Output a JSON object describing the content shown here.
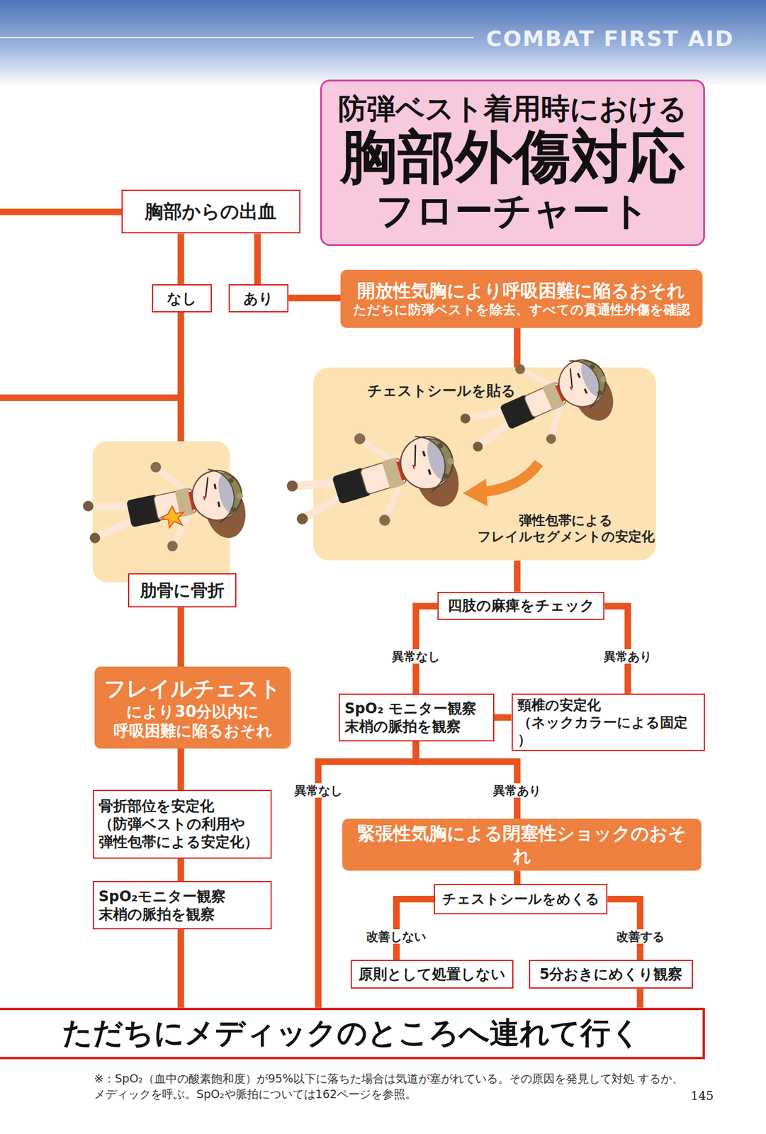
{
  "diagram": {
    "nodes": [
      {
        "text": [
          "防弾ベスト着用時における",
          "胸部外傷対応",
          "フローチャート"
        ]
      },
      {
        "text": [
          "胸部からの出血"
        ]
      },
      {
        "text": [
          "なし"
        ]
      },
      {
        "text": [
          "あり"
        ]
      },
      {
        "text": [
          "開放性気胸により呼吸困難に陥るおそれ",
          "ただちに防弾ベストを除去、すべての貫通性外傷を確認"
        ]
      },
      {
        "text": [
          "チェストシールを貼る",
          "弾性包帯による フレイルセグメントの安定化"
        ]
      },
      {
        "text": [
          "肋骨に骨折"
        ]
      },
      {
        "text": [
          "四肢の麻痺をチェック"
        ]
      },
      {
        "text": [
          "SpO₂ モニター観察 末梢の脈拍を観察"
        ]
      },
      {
        "text": [
          "頸椎の安定化 （ネックカラーによる固定）"
        ]
      },
      {
        "text": [
          "フレイルチェスト",
          "により30分以内に 呼吸困難に陥るおそれ"
        ]
      },
      {
        "text": [
          "骨折部位を安定化 （防弾ベストの利用や 弾性包帯による安定化）"
        ]
      },
      {
        "text": [
          "SpO₂モニター観察 末梢の脈拍を観察"
        ]
      },
      {
        "text": [
          "緊張性気胸による閉塞性ショックのおそれ"
        ]
      },
      {
        "text": [
          "チェストシールをめくる"
        ]
      },
      {
        "text": [
          "原則として処置しない"
        ]
      },
      {
        "text": [
          "5分おきにめくり観察"
        ]
      },
      {
        "text": [
          "ただちにメディックのところへ連れて行く"
        ]
      }
    ],
    "edges": [
      {
        "from": 1,
        "to": 2,
        "arrow": "none"
      },
      {
        "from": 1,
        "to": 3,
        "arrow": "none"
      },
      {
        "from": 3,
        "to": 4,
        "arrow": "none"
      },
      {
        "from": 4,
        "to": 5,
        "arrow": "none"
      },
      {
        "from": 2,
        "to": 6,
        "arrow": "none"
      },
      {
        "from": 6,
        "to": 10,
        "arrow": "none"
      },
      {
        "from": 10,
        "to": 11,
        "arrow": "none"
      },
      {
        "from": 11,
        "to": 12,
        "arrow": "none"
      },
      {
        "from": 12,
        "to": 17,
        "arrow": "none"
      },
      {
        "from": 5,
        "to": 7,
        "arrow": "none"
      },
      {
        "from": 7,
        "to": 8,
        "label": "異常なし",
        "arrow": "none"
      },
      {
        "from": 7,
        "to": 9,
        "label": "異常あり",
        "arrow": "none"
      },
      {
        "from": 9,
        "to": 8,
        "arrow": "none"
      },
      {
        "from": 8,
        "to": 17,
        "label": "異常なし",
        "arrow": "none"
      },
      {
        "from": 8,
        "to": 13,
        "label": "異常あり",
        "arrow": "none"
      },
      {
        "from": 13,
        "to": 14,
        "arrow": "none"
      },
      {
        "from": 14,
        "to": 15,
        "label": "改善しない",
        "arrow": "none"
      },
      {
        "from": 14,
        "to": 16,
        "label": "改善する",
        "arrow": "none"
      },
      {
        "from": 16,
        "to": 17,
        "arrow": "none"
      }
    ],
    "labels": [
      "COMBAT FIRST AID",
      "※：SpO₂（血中の酸素飽和度）が95%以下に落ちた場合は気道が塞がれている。その原因を発見して対処 するか、メディックを呼ぶ。SpO₂や脈拍については162ページを参照。",
      "145"
    ]
  }
}
